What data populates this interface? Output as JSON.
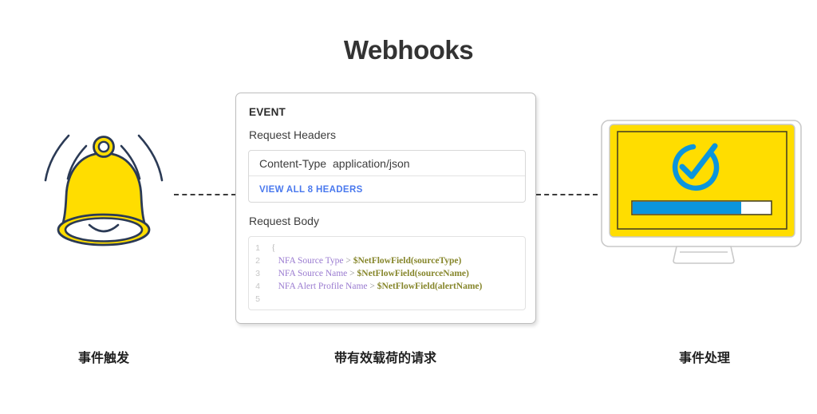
{
  "title": "Webhooks",
  "card": {
    "event_label": "EVENT",
    "headers_label": "Request Headers",
    "header_key": "Content-Type",
    "header_value": "application/json",
    "view_all_label": "VIEW ALL 8 HEADERS",
    "body_label": "Request Body",
    "code": {
      "line_numbers": [
        "1",
        "2",
        "3",
        "4",
        "5"
      ],
      "lines": [
        {
          "brace": "{",
          "field": "",
          "gt": "",
          "var": ""
        },
        {
          "brace": "",
          "field": "NFA Source Type",
          "gt": " > ",
          "var": "$NetFlowField(sourceType)"
        },
        {
          "brace": "",
          "field": "NFA Source Name",
          "gt": " > ",
          "var": "$NetFlowField(sourceName)"
        },
        {
          "brace": "",
          "field": "NFA Alert Profile Name",
          "gt": " > ",
          "var": "$NetFlowField(alertName)"
        },
        {
          "brace": "",
          "field": "",
          "gt": "",
          "var": ""
        }
      ]
    }
  },
  "captions": {
    "left": "事件触发",
    "center": "带有效载荷的请求",
    "right": "事件处理"
  },
  "icons": {
    "bell": "bell-icon",
    "monitor": "monitor-icon",
    "check": "check-circle-icon",
    "progress": "progress-bar"
  },
  "colors": {
    "yellow": "#FFDD00",
    "outline": "#2b3a55",
    "blue": "#0b95dd",
    "link_blue": "#4a79ee",
    "purple": "#9a7bd0",
    "olive": "#86862b",
    "text_dark": "#333333"
  },
  "progress": {
    "percent": 78
  }
}
